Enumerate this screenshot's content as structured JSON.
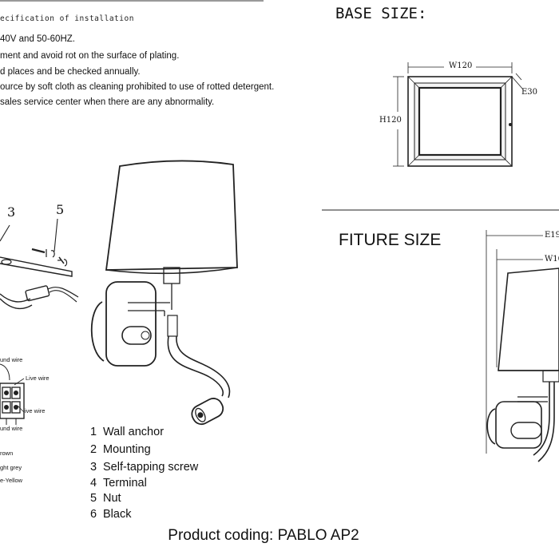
{
  "spec": {
    "title": "ecification of installation",
    "lines": [
      "40V and 50-60HZ.",
      "ment and avoid rot on the surface of plating.",
      "d places and be checked annually.",
      "ource by soft cloth as cleaning prohibited to use of rotted detergent.",
      " sales service center when there are any abnormality."
    ]
  },
  "base_size": {
    "title": "BASE SIZE:",
    "width_label": "W120",
    "height_label": "H120",
    "depth_label": "E30"
  },
  "fiture_size": {
    "title": "FITURE SIZE",
    "e_label": "E19",
    "w_label": "W16"
  },
  "callouts": {
    "three": "3",
    "five": "5"
  },
  "wiring": {
    "ground_top": "und wire",
    "live": "Live wire",
    "live2": "ive wire",
    "ground_bottom": "und wire",
    "brown": "rown",
    "grey": "ght grey",
    "yellow": "e-Yellow"
  },
  "legend": [
    {
      "num": "1",
      "label": "Wall anchor"
    },
    {
      "num": "2",
      "label": "Mounting"
    },
    {
      "num": "3",
      "label": "Self-tapping screw"
    },
    {
      "num": "4",
      "label": "Terminal"
    },
    {
      "num": "5",
      "label": "Nut"
    },
    {
      "num": "6",
      "label": "Black"
    }
  ],
  "product_coding": "Product coding: PABLO AP2"
}
